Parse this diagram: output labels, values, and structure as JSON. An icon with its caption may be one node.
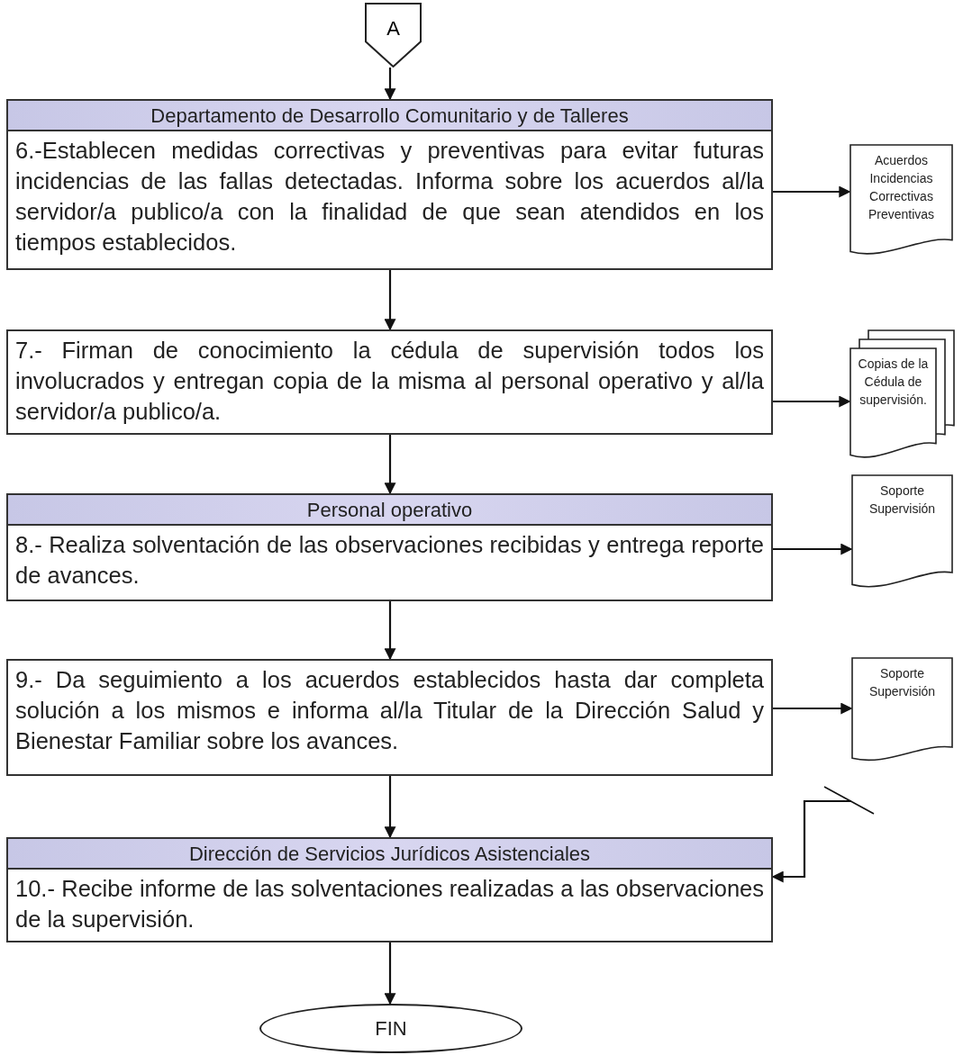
{
  "diagram": {
    "nodes": [
      {
        "text": [
          "A"
        ]
      },
      {
        "text": [
          "Departamento de Desarrollo Comunitario y de Talleres",
          "6.-Establecen medidas correctivas y preventivas para evitar futuras incidencias de las fallas detectadas. Informa sobre los acuerdos al/la servidor/a publico/a con la finalidad de que sean atendidos en los tiempos establecidos."
        ]
      },
      {
        "text": [
          "Acuerdos Incidencias Correctivas Preventivas"
        ]
      },
      {
        "text": [
          "7.- Firman de conocimiento la cédula de supervisión todos los involucrados y entregan copia de la misma al personal operativo y al/la servidor/a publico/a."
        ]
      },
      {
        "text": [
          "Copias de la Cédula de supervisión."
        ]
      },
      {
        "text": [
          "Personal operativo",
          "8.- Realiza solventación de las observaciones recibidas y entrega reporte de avances."
        ]
      },
      {
        "text": [
          "Soporte Supervisión"
        ]
      },
      {
        "text": [
          "9.- Da seguimiento a los acuerdos establecidos hasta dar completa solución a los mismos e informa al/la Titular de la Dirección Salud  y Bienestar Familiar sobre los avances."
        ]
      },
      {
        "text": [
          "Soporte Supervisión"
        ]
      },
      {
        "text": [
          "Dirección de Servicios Jurídicos Asistenciales",
          "10.- Recibe informe de las solventaciones realizadas a las observaciones de la supervisión."
        ]
      },
      {
        "text": [
          "FIN"
        ]
      }
    ],
    "edges": [
      {
        "from": 0,
        "to": 1,
        "arrow": "to"
      },
      {
        "from": 1,
        "to": 2,
        "arrow": "to"
      },
      {
        "from": 1,
        "to": 3,
        "arrow": "to"
      },
      {
        "from": 3,
        "to": 4,
        "arrow": "to"
      },
      {
        "from": 3,
        "to": 5,
        "arrow": "to"
      },
      {
        "from": 5,
        "to": 6,
        "arrow": "to"
      },
      {
        "from": 5,
        "to": 7,
        "arrow": "to"
      },
      {
        "from": 7,
        "to": 8,
        "arrow": "to"
      },
      {
        "from": 7,
        "to": 9,
        "arrow": "to"
      },
      {
        "from": null,
        "to": 9,
        "arrow": "to"
      },
      {
        "from": 9,
        "to": 10,
        "arrow": "to"
      }
    ]
  }
}
